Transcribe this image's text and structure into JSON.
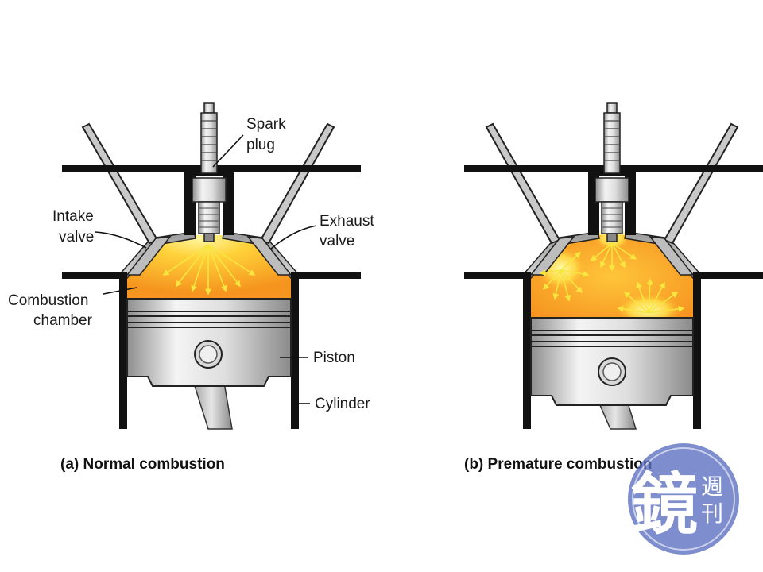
{
  "labels": {
    "spark_plug_1": "Spark",
    "spark_plug_2": "plug",
    "intake_1": "Intake",
    "intake_2": "valve",
    "exhaust_1": "Exhaust",
    "exhaust_2": "valve",
    "chamber_1": "Combustion",
    "chamber_2": "chamber",
    "piston": "Piston",
    "cylinder": "Cylinder"
  },
  "captions": {
    "a": "(a) Normal combustion",
    "b": "(b) Premature combustion"
  },
  "watermark": {
    "main_char": "鏡",
    "side_1": "週",
    "side_2": "刊"
  },
  "colors": {
    "flame_core": "#fff27a",
    "flame_edge": "#f59a25",
    "arrows": "#f7e640",
    "walls": "#111111",
    "watermark": "#4f63b8"
  }
}
